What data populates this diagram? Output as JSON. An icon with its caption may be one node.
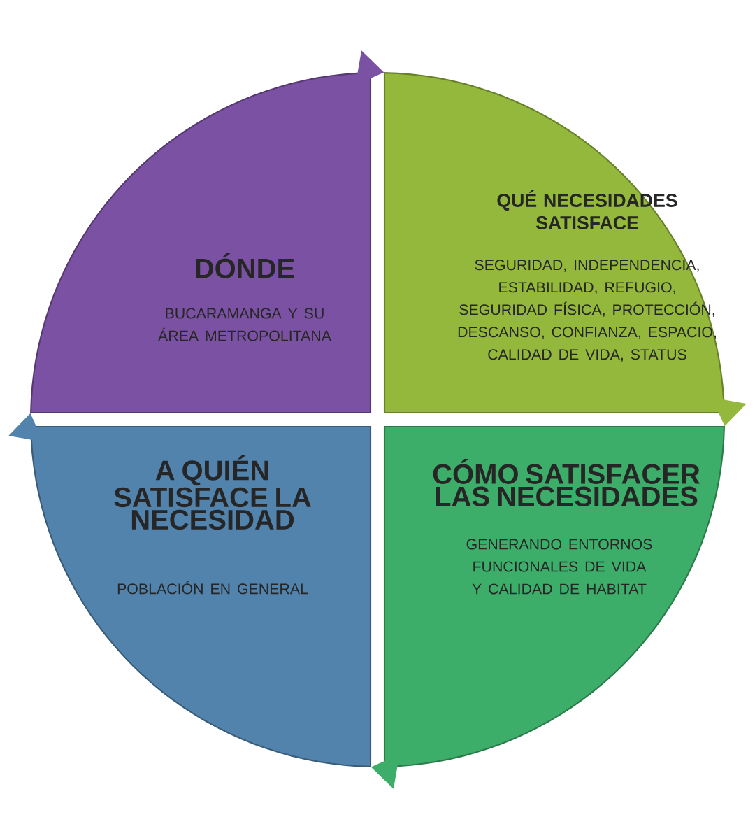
{
  "diagram": {
    "nodes": [
      {
        "text": [
          "DÓNDE",
          "BUCARAMANGA Y SU ÁREA METROPOLITANA"
        ]
      },
      {
        "text": [
          "QUÉ NECESIDADES SATISFACE",
          "SEGURIDAD, INDEPENDENCIA, ESTABILIDAD, REFUGIO, SEGURIDAD FÍSICA, PROTECCIÓN, DESCANSO, CONFIANZA, ESPACIO, CALIDAD DE VIDA, STATUS"
        ]
      },
      {
        "text": [
          "CÓMO SATISFACER LAS NECESIDADES",
          "GENERANDO ENTORNOS FUNCIONALES DE VIDA Y CALIDAD DE HABITAT"
        ]
      },
      {
        "text": [
          "A QUIÉN SATISFACE LA NECESIDAD",
          "POBLACIÓN EN GENERAL"
        ]
      }
    ],
    "edges": [
      {
        "from": 0,
        "to": 1,
        "arrow": "to"
      },
      {
        "from": 1,
        "to": 2,
        "arrow": "to"
      },
      {
        "from": 2,
        "to": 3,
        "arrow": "to"
      },
      {
        "from": 3,
        "to": 0,
        "arrow": "to"
      }
    ]
  }
}
